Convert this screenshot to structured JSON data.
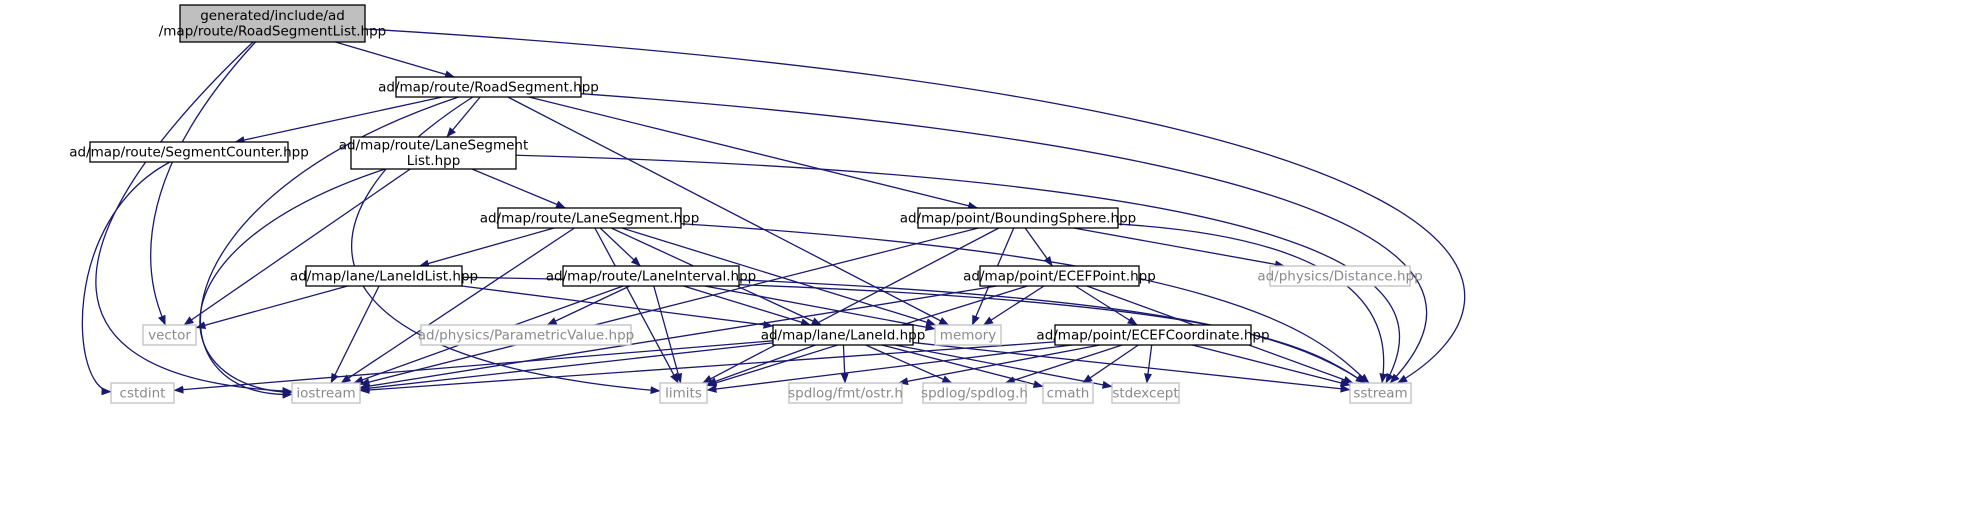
{
  "colors": {
    "edge": "#191970",
    "root_fill": "#bfbfbf",
    "node_border": "#000000",
    "external_border": "#bfbfbf",
    "external_text": "#8a8a8a",
    "node_text": "#000000"
  },
  "nodes": [
    {
      "id": "root",
      "lines": [
        "generated/include/ad",
        "/map/route/RoadSegmentList.hpp"
      ],
      "kind": "root"
    },
    {
      "id": "road_segment",
      "lines": [
        "ad/map/route/RoadSegment.hpp"
      ],
      "kind": "normal"
    },
    {
      "id": "segment_counter",
      "lines": [
        "ad/map/route/SegmentCounter.hpp"
      ],
      "kind": "normal"
    },
    {
      "id": "lane_segment_list",
      "lines": [
        "ad/map/route/LaneSegment",
        "List.hpp"
      ],
      "kind": "normal"
    },
    {
      "id": "lane_segment",
      "lines": [
        "ad/map/route/LaneSegment.hpp"
      ],
      "kind": "normal"
    },
    {
      "id": "bounding_sphere",
      "lines": [
        "ad/map/point/BoundingSphere.hpp"
      ],
      "kind": "normal"
    },
    {
      "id": "lane_id_list",
      "lines": [
        "ad/map/lane/LaneIdList.hpp"
      ],
      "kind": "normal"
    },
    {
      "id": "lane_interval",
      "lines": [
        "ad/map/route/LaneInterval.hpp"
      ],
      "kind": "normal"
    },
    {
      "id": "ecef_point",
      "lines": [
        "ad/map/point/ECEFPoint.hpp"
      ],
      "kind": "normal"
    },
    {
      "id": "physics_distance",
      "lines": [
        "ad/physics/Distance.hpp"
      ],
      "kind": "external"
    },
    {
      "id": "parametric_value",
      "lines": [
        "ad/physics/ParametricValue.hpp"
      ],
      "kind": "external"
    },
    {
      "id": "vector",
      "lines": [
        "vector"
      ],
      "kind": "external"
    },
    {
      "id": "lane_id",
      "lines": [
        "ad/map/lane/LaneId.hpp"
      ],
      "kind": "normal"
    },
    {
      "id": "memory",
      "lines": [
        "memory"
      ],
      "kind": "external"
    },
    {
      "id": "ecef_coordinate",
      "lines": [
        "ad/map/point/ECEFCoordinate.hpp"
      ],
      "kind": "normal"
    },
    {
      "id": "cstdint",
      "lines": [
        "cstdint"
      ],
      "kind": "external"
    },
    {
      "id": "iostream",
      "lines": [
        "iostream"
      ],
      "kind": "external"
    },
    {
      "id": "limits",
      "lines": [
        "limits"
      ],
      "kind": "external"
    },
    {
      "id": "spdlog_fmt_ostr",
      "lines": [
        "spdlog/fmt/ostr.h"
      ],
      "kind": "external"
    },
    {
      "id": "spdlog_spdlog",
      "lines": [
        "spdlog/spdlog.h"
      ],
      "kind": "external"
    },
    {
      "id": "cmath",
      "lines": [
        "cmath"
      ],
      "kind": "external"
    },
    {
      "id": "stdexcept",
      "lines": [
        "stdexcept"
      ],
      "kind": "external"
    },
    {
      "id": "sstream",
      "lines": [
        "sstream"
      ],
      "kind": "external"
    }
  ],
  "edges": [
    {
      "from": "root",
      "to": "road_segment"
    },
    {
      "from": "root",
      "to": "sstream"
    },
    {
      "from": "root",
      "to": "vector"
    },
    {
      "from": "root",
      "to": "iostream"
    },
    {
      "from": "road_segment",
      "to": "segment_counter"
    },
    {
      "from": "road_segment",
      "to": "lane_segment_list"
    },
    {
      "from": "road_segment",
      "to": "bounding_sphere"
    },
    {
      "from": "road_segment",
      "to": "memory"
    },
    {
      "from": "road_segment",
      "to": "sstream"
    },
    {
      "from": "road_segment",
      "to": "iostream"
    },
    {
      "from": "road_segment",
      "to": "limits"
    },
    {
      "from": "segment_counter",
      "to": "cstdint"
    },
    {
      "from": "lane_segment_list",
      "to": "lane_segment"
    },
    {
      "from": "lane_segment_list",
      "to": "vector"
    },
    {
      "from": "lane_segment_list",
      "to": "iostream"
    },
    {
      "from": "lane_segment_list",
      "to": "sstream"
    },
    {
      "from": "lane_segment",
      "to": "lane_id_list"
    },
    {
      "from": "lane_segment",
      "to": "lane_interval"
    },
    {
      "from": "lane_segment",
      "to": "lane_id"
    },
    {
      "from": "lane_segment",
      "to": "memory"
    },
    {
      "from": "lane_segment",
      "to": "iostream"
    },
    {
      "from": "lane_segment",
      "to": "limits"
    },
    {
      "from": "lane_segment",
      "to": "sstream"
    },
    {
      "from": "bounding_sphere",
      "to": "ecef_point"
    },
    {
      "from": "bounding_sphere",
      "to": "physics_distance"
    },
    {
      "from": "bounding_sphere",
      "to": "memory"
    },
    {
      "from": "bounding_sphere",
      "to": "iostream"
    },
    {
      "from": "bounding_sphere",
      "to": "limits"
    },
    {
      "from": "bounding_sphere",
      "to": "sstream"
    },
    {
      "from": "lane_id_list",
      "to": "vector"
    },
    {
      "from": "lane_id_list",
      "to": "lane_id"
    },
    {
      "from": "lane_id_list",
      "to": "iostream"
    },
    {
      "from": "lane_id_list",
      "to": "sstream"
    },
    {
      "from": "lane_interval",
      "to": "parametric_value"
    },
    {
      "from": "lane_interval",
      "to": "lane_id"
    },
    {
      "from": "lane_interval",
      "to": "memory"
    },
    {
      "from": "lane_interval",
      "to": "iostream"
    },
    {
      "from": "lane_interval",
      "to": "limits"
    },
    {
      "from": "lane_interval",
      "to": "sstream"
    },
    {
      "from": "ecef_point",
      "to": "ecef_coordinate"
    },
    {
      "from": "ecef_point",
      "to": "memory"
    },
    {
      "from": "ecef_point",
      "to": "iostream"
    },
    {
      "from": "ecef_point",
      "to": "limits"
    },
    {
      "from": "ecef_point",
      "to": "sstream"
    },
    {
      "from": "lane_id",
      "to": "cstdint"
    },
    {
      "from": "lane_id",
      "to": "iostream"
    },
    {
      "from": "lane_id",
      "to": "limits"
    },
    {
      "from": "lane_id",
      "to": "spdlog_fmt_ostr"
    },
    {
      "from": "lane_id",
      "to": "spdlog_spdlog"
    },
    {
      "from": "lane_id",
      "to": "cmath"
    },
    {
      "from": "lane_id",
      "to": "stdexcept"
    },
    {
      "from": "lane_id",
      "to": "sstream"
    },
    {
      "from": "ecef_coordinate",
      "to": "iostream"
    },
    {
      "from": "ecef_coordinate",
      "to": "limits"
    },
    {
      "from": "ecef_coordinate",
      "to": "spdlog_fmt_ostr"
    },
    {
      "from": "ecef_coordinate",
      "to": "spdlog_spdlog"
    },
    {
      "from": "ecef_coordinate",
      "to": "cmath"
    },
    {
      "from": "ecef_coordinate",
      "to": "stdexcept"
    },
    {
      "from": "ecef_coordinate",
      "to": "sstream"
    }
  ]
}
